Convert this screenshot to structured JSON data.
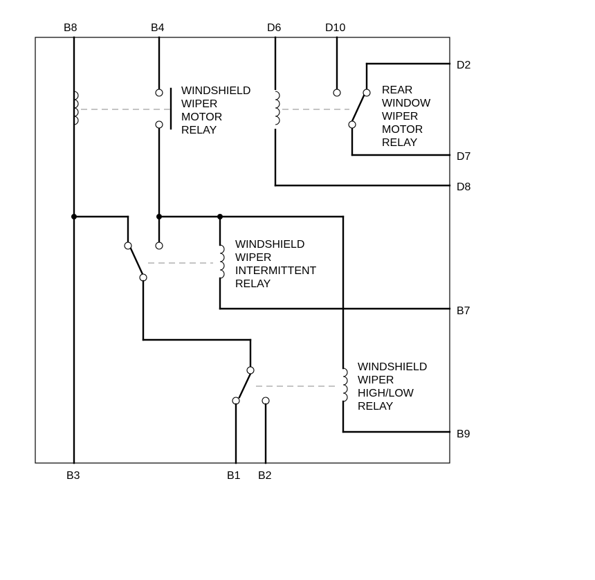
{
  "pins": {
    "b8": "B8",
    "b4": "B4",
    "d6": "D6",
    "d10": "D10",
    "d2": "D2",
    "d7": "D7",
    "d8": "D8",
    "b7": "B7",
    "b9": "B9",
    "b3": "B3",
    "b1": "B1",
    "b2": "B2"
  },
  "relays": {
    "ws_motor": {
      "lines": [
        "WINDSHIELD",
        "WIPER",
        "MOTOR",
        "RELAY"
      ]
    },
    "rear_motor": {
      "lines": [
        "REAR",
        "WINDOW",
        "WIPER",
        "MOTOR",
        "RELAY"
      ]
    },
    "intermittent": {
      "lines": [
        "WINDSHIELD",
        "WIPER",
        "INTERMITTENT",
        "RELAY"
      ]
    },
    "high_low": {
      "lines": [
        "WINDSHIELD",
        "WIPER",
        "HIGH/LOW",
        "RELAY"
      ]
    }
  }
}
